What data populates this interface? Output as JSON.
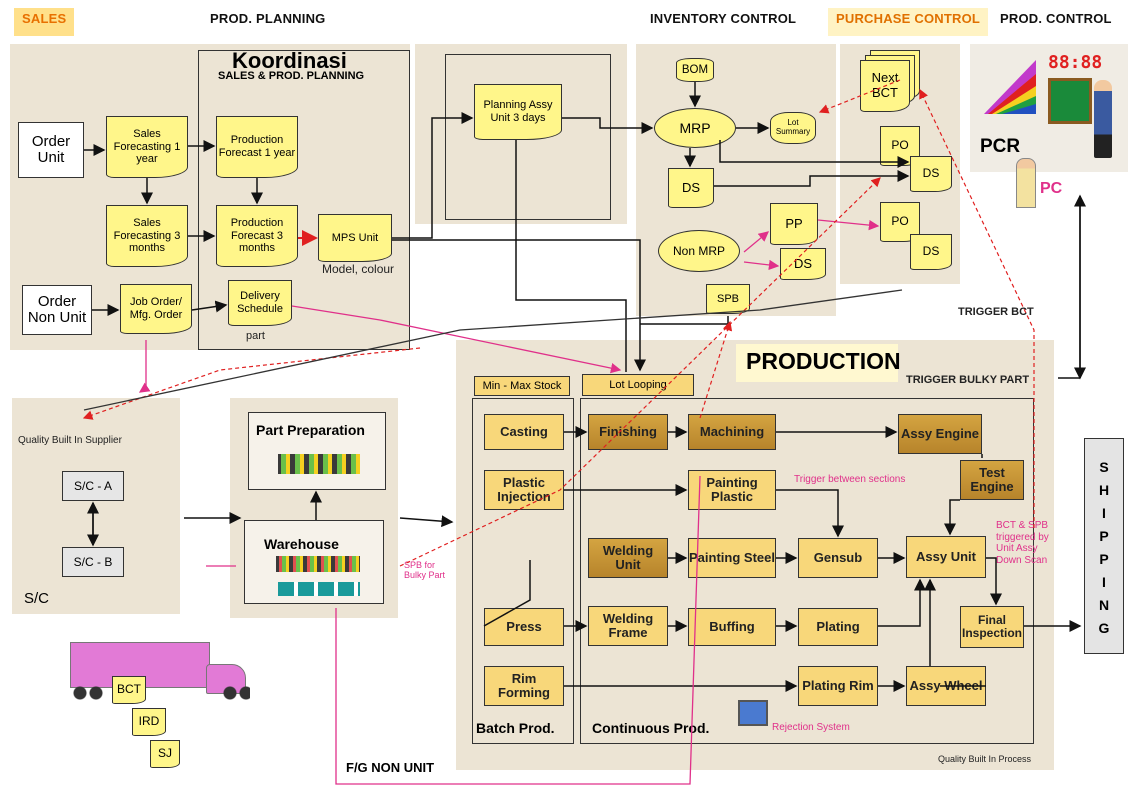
{
  "headers": {
    "sales": "SALES",
    "prod_planning": "PROD. PLANNING",
    "inventory_control": "INVENTORY CONTROL",
    "purchase_control": "PURCHASE CONTROL",
    "prod_control": "PROD. CONTROL"
  },
  "koordinasi": {
    "title": "Koordinasi",
    "subtitle": "SALES & PROD. PLANNING"
  },
  "sales": {
    "order_unit": "Order Unit",
    "order_non_unit": "Order Non Unit",
    "sales_fc_1y": "Sales Forecasting 1 year",
    "sales_fc_3m": "Sales Forecasting 3 months",
    "job_order": "Job Order/ Mfg. Order"
  },
  "planning": {
    "prod_fc_1y": "Production Forecast 1 year",
    "prod_fc_3m": "Production Forecast 3 months",
    "delivery_schedule": "Delivery Schedule",
    "delivery_part": "part",
    "mps_unit": "MPS Unit",
    "mps_note": "Model, colour",
    "planning_assy": "Planning Assy Unit 3 days"
  },
  "inventory": {
    "bom": "BOM",
    "mrp": "MRP",
    "lot_summary": "Lot Summary",
    "ds": "DS",
    "non_mrp": "Non MRP",
    "pp": "PP",
    "ds2": "DS",
    "spb": "SPB"
  },
  "purchase": {
    "next_bct": "Next BCT",
    "po1": "PO",
    "ds1": "DS",
    "po2": "PO",
    "ds2": "DS"
  },
  "prod_control": {
    "clock": "88:88",
    "pcr": "PCR",
    "pc": "PC"
  },
  "triggers": {
    "bct": "TRIGGER BCT",
    "bulky": "TRIGGER BULKY PART"
  },
  "supplier": {
    "title": "Quality Built In Supplier",
    "sc_a": "S/C - A",
    "sc_b": "S/C - B",
    "sc": "S/C"
  },
  "warehouse": {
    "part_prep": "Part Preparation",
    "warehouse": "Warehouse",
    "spb_note": "SPB for Bulky Part"
  },
  "production": {
    "title": "PRODUCTION",
    "min_max": "Min - Max Stock",
    "lot_looping": "Lot Looping",
    "casting": "Casting",
    "plastic_inj": "Plastic Injection",
    "press": "Press",
    "rim_forming": "Rim Forming",
    "batch": "Batch Prod.",
    "finishing": "Finishing",
    "machining": "Machining",
    "assy_engine": "Assy Engine",
    "test_engine": "Test Engine",
    "painting_plastic": "Painting Plastic",
    "trigger_sections": "Trigger between sections",
    "welding_unit": "Welding Unit",
    "painting_steel": "Painting Steel",
    "gensub": "Gensub",
    "assy_unit": "Assy Unit",
    "welding_frame": "Welding Frame",
    "buffing": "Buffing",
    "plating": "Plating",
    "final_inspection": "Final Inspection",
    "plating_rim": "Plating Rim",
    "assy_wheel": "Assy Wheel",
    "continuous": "Continuous Prod.",
    "rejection": "Rejection System",
    "quality_process": "Quality Built In Process",
    "bct_spb_note": "BCT & SPB triggered by Unit Assy Down Scan"
  },
  "shipping": {
    "label": "SHIPPING",
    "letters": [
      "S",
      "H",
      "I",
      "P",
      "P",
      "I",
      "N",
      "G"
    ]
  },
  "truck": {
    "bct": "BCT",
    "ird": "IRD",
    "sj": "SJ"
  },
  "fg_non_unit": "F/G NON UNIT",
  "colors": {
    "gold": "#c8973a",
    "light_gold": "#f8d77a",
    "yellow_doc": "#fff68a",
    "zone": "#ece4d4",
    "pink": "#e0308a",
    "red": "#e02020"
  }
}
